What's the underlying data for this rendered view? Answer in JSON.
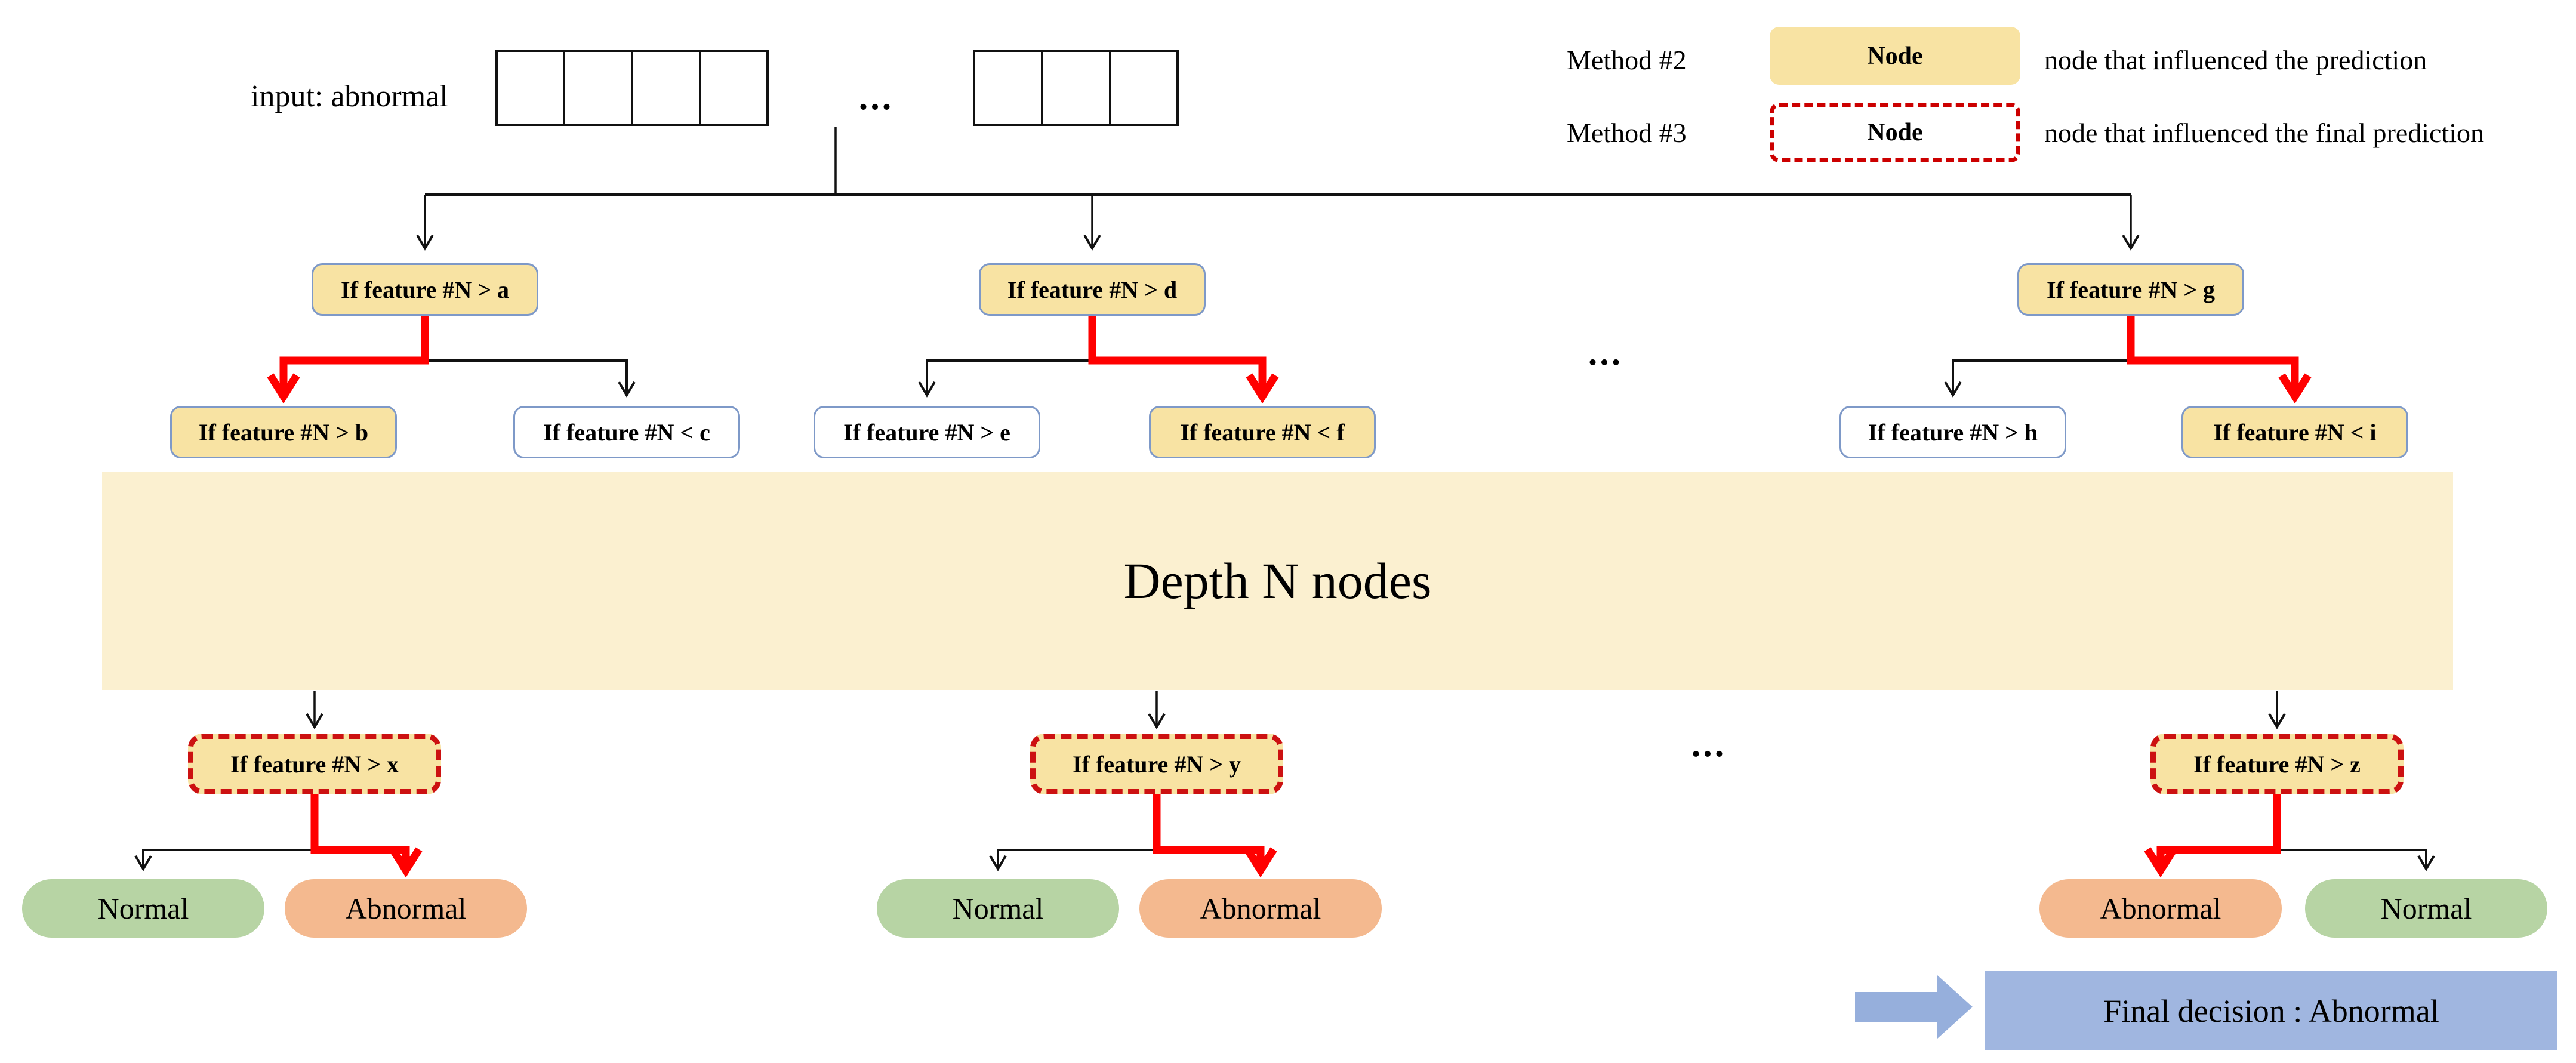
{
  "input": {
    "label": "input: abnormal",
    "ellipsis": "..."
  },
  "legend": {
    "rows": [
      {
        "method": "Method #2",
        "node": "Node",
        "desc": "node that influenced the prediction"
      },
      {
        "method": "Method #3",
        "node": "Node",
        "desc": "node that influenced the final prediction"
      }
    ]
  },
  "tree": {
    "level1": {
      "a": "If feature #N > a",
      "d": "If feature #N > d",
      "g": "If feature #N > g"
    },
    "level2": {
      "b": "If feature #N > b",
      "c": "If feature #N < c",
      "e": "If feature #N > e",
      "f": "If feature #N < f",
      "h": "If feature #N > h",
      "i": "If feature #N < i"
    },
    "ellipsis_mid": "...",
    "band_label": "Depth N nodes",
    "level3": {
      "x": "If feature #N > x",
      "y": "If feature #N > y",
      "z": "If feature #N > z"
    },
    "ellipsis_bottom": "...",
    "leaves": {
      "normal": "Normal",
      "abnormal": "Abnormal"
    }
  },
  "final": {
    "label": "Final decision : Abnormal"
  },
  "colors": {
    "node_fill_yellow": "#F8E3A3",
    "node_border_blue": "#7E99C8",
    "node_fill_white": "#FFFFFF",
    "depth_band_fill": "#FBF0D0",
    "dashed_border_red": "#CC1111",
    "path_red": "#FF0000",
    "path_black": "#111111",
    "leaf_normal_green": "#B7D4A4",
    "leaf_abnormal_orange": "#F4B98F",
    "final_box_blue": "#A0B6E0",
    "final_arrow_blue": "#96AFDC"
  }
}
